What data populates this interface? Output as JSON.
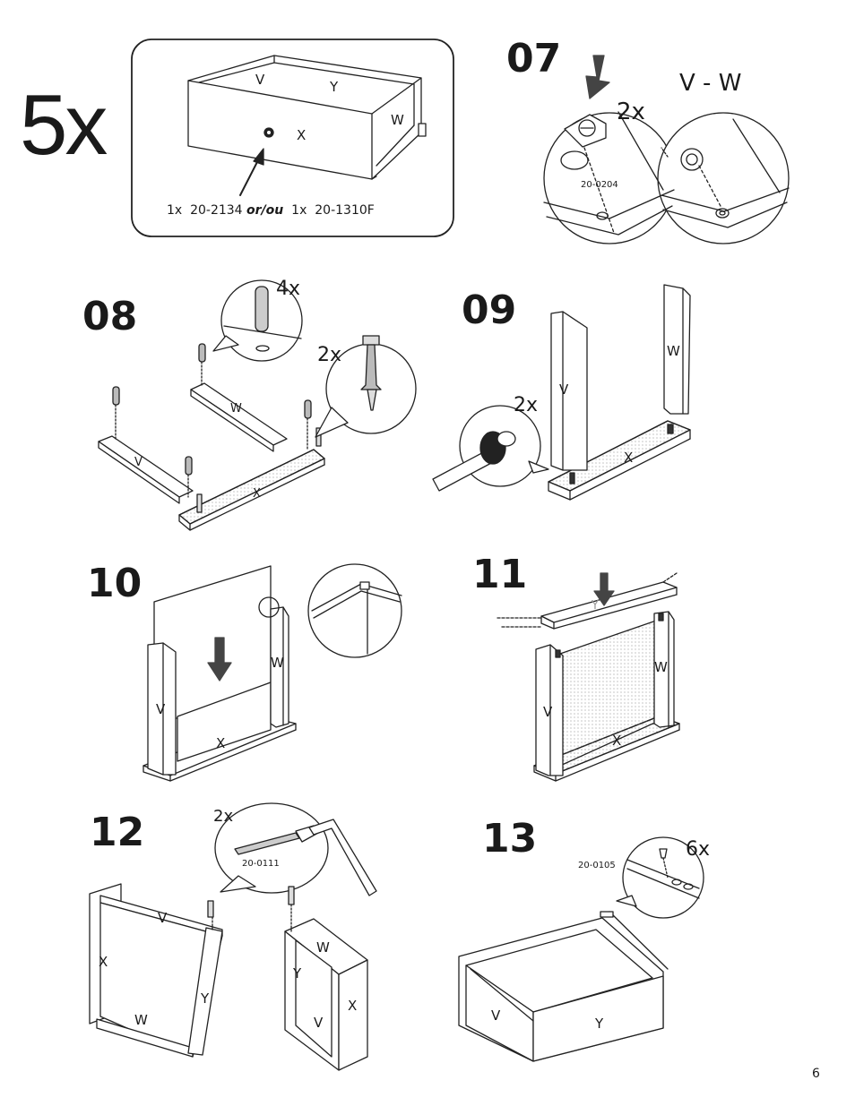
{
  "header": {
    "quantity": "5x",
    "part_note": {
      "pre": "1x  20-2134 ",
      "or": "or/ou",
      "post": "  1x  20-1310F"
    },
    "drawer_labels": {
      "v": "V",
      "y": "Y",
      "w": "W",
      "x": "X"
    }
  },
  "steps": [
    {
      "number": "07",
      "qty": "2x",
      "code": "20-0204",
      "title": "V - W"
    },
    {
      "number": "08",
      "qty_dowel": "4x",
      "qty_bolt": "2x",
      "parts": [
        "W",
        "V",
        "X"
      ]
    },
    {
      "number": "09",
      "qty": "2x",
      "parts": [
        "V",
        "W",
        "X"
      ]
    },
    {
      "number": "10",
      "parts": [
        "V",
        "W",
        "X"
      ]
    },
    {
      "number": "11",
      "parts": [
        "Y",
        "V",
        "W",
        "X"
      ]
    },
    {
      "number": "12",
      "qty": "2x",
      "code": "20-0111",
      "parts": [
        "V",
        "X",
        "Y",
        "W",
        "W",
        "Y",
        "V",
        "X"
      ]
    },
    {
      "number": "13",
      "qty": "6x",
      "code": "20-0105",
      "parts": [
        "V",
        "Y"
      ]
    }
  ],
  "page_number": "6"
}
